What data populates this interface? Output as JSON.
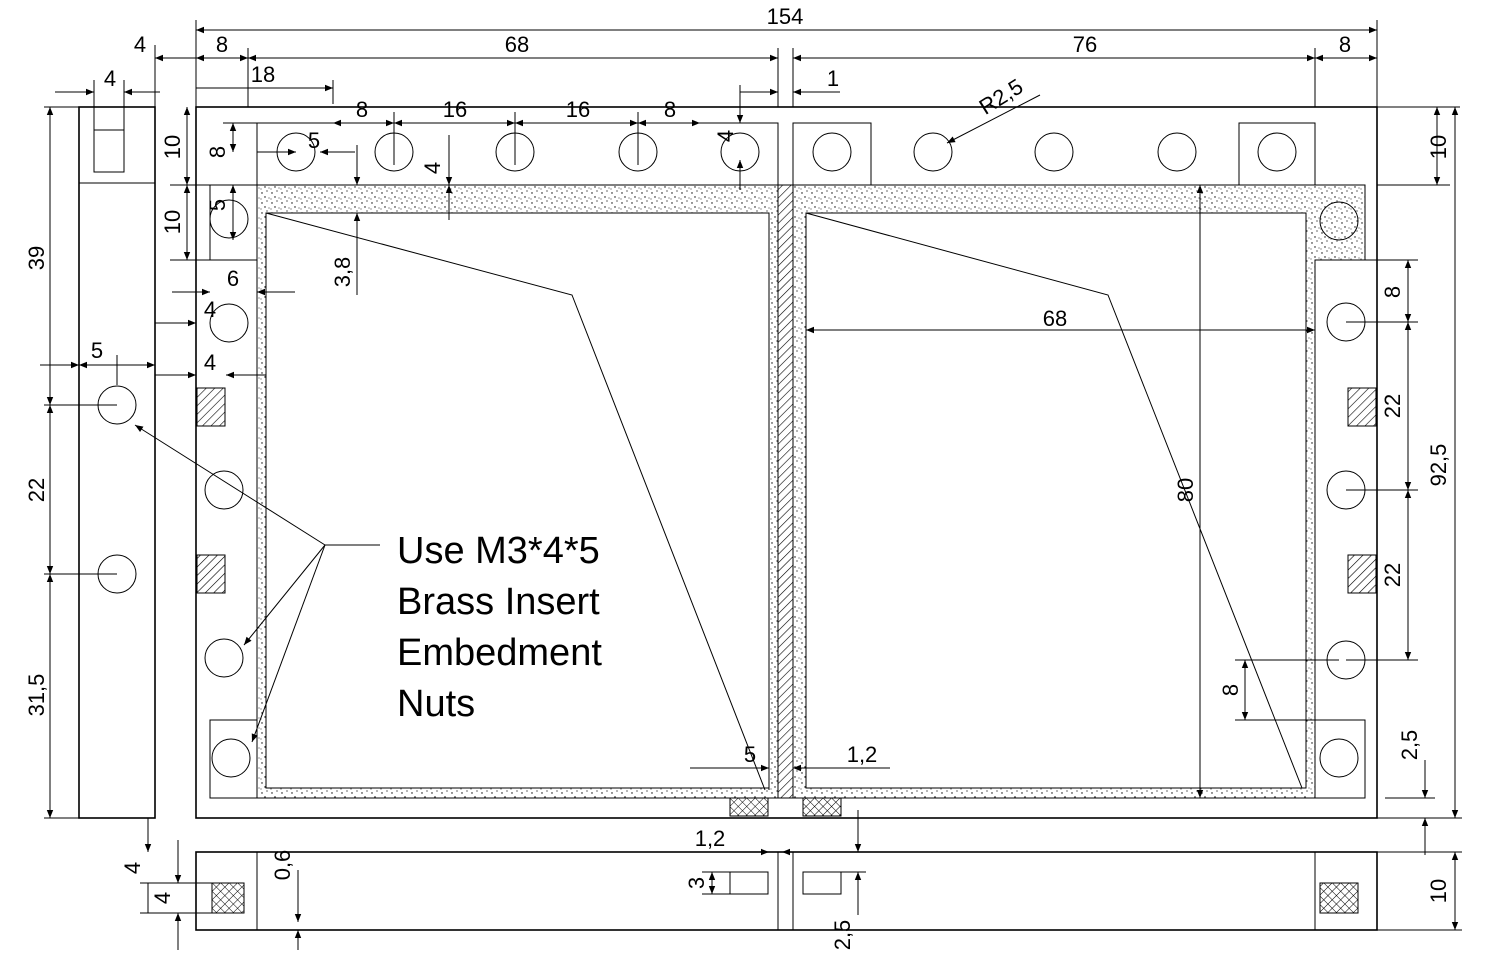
{
  "drawing": {
    "overall_width": "154",
    "left_offset": "8",
    "left_panel_width": "68",
    "right_panel_width": "76",
    "right_offset": "8",
    "side_block_width": "4",
    "side_nut_width": "4",
    "hole_offset_18": "18",
    "hole_spacing_8a": "8",
    "hole_spacing_16a": "16",
    "hole_spacing_16b": "16",
    "hole_spacing_8b": "8",
    "gap_1": "1",
    "radius_label": "R2,5",
    "top_strip_10": "10",
    "hole_center_8": "8",
    "hole_dia_5a": "5",
    "depth_4a": "4",
    "depth_4b": "4",
    "left_strip_10": "10",
    "hole_dia_5b": "5",
    "wall_3_8": "3,8",
    "wall_6": "6",
    "wall_4a": "4",
    "wall_4b": "4",
    "inner_width_68": "68",
    "inner_height_80": "80",
    "side_height_39": "39",
    "side_hole_5": "5",
    "side_pitch_22": "22",
    "side_bottom_31_5": "31,5",
    "right_top_10": "10",
    "right_offset_8": "8",
    "right_pitch_22a": "22",
    "right_pitch_22b": "22",
    "right_bottom_8": "8",
    "right_total_92_5": "92,5",
    "right_2_5": "2,5",
    "divider_5": "5",
    "divider_1_2": "1,2",
    "bottom_1_2": "1,2",
    "bottom_3": "3",
    "bottom_2_5": "2,5",
    "bottom_0_6": "0,6",
    "bottom_4a": "4",
    "bottom_4b": "4",
    "bottom_10": "10"
  },
  "note": {
    "line1": "Use  M3*4*5",
    "line2": "Brass Insert",
    "line3": "Embedment",
    "line4": "Nuts"
  },
  "colors": {
    "line": "#000000",
    "background": "#ffffff"
  }
}
